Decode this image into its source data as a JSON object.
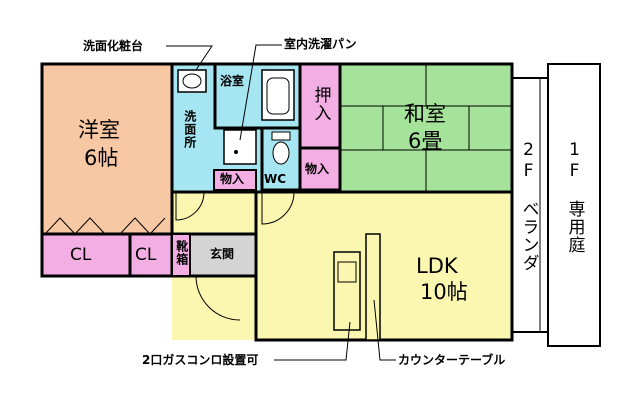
{
  "callouts": {
    "washbasin": "洗面化粧台",
    "laundry_pan": "室内洗濯パン",
    "stove": "2口ガスコンロ設置可",
    "counter": "カウンターテーブル"
  },
  "rooms": {
    "western": {
      "name": "洋室",
      "size": "6帖"
    },
    "japanese": {
      "name": "和室",
      "size": "6畳"
    },
    "ldk": {
      "name": "LDK",
      "size": "10帖"
    },
    "bath": "浴室",
    "washroom": "洗面所",
    "wc": "WC",
    "storage_small_1": "物入",
    "storage_small_2": "物入",
    "oshiire": "押入",
    "entrance": "玄関",
    "shoe_box": "靴箱",
    "closet_1": "CL",
    "closet_2": "CL",
    "veranda_floor": "2F",
    "veranda": "ベランダ",
    "garden_floor": "1F",
    "garden": "専用庭"
  },
  "colors": {
    "western": "#f8c8a4",
    "japanese": "#a6e39a",
    "ldk": "#fbf7b0",
    "wet_area": "#a6e6f2",
    "storage": "#f3aee3",
    "entrance": "#d4d4d4",
    "veranda": "#ffffff"
  }
}
